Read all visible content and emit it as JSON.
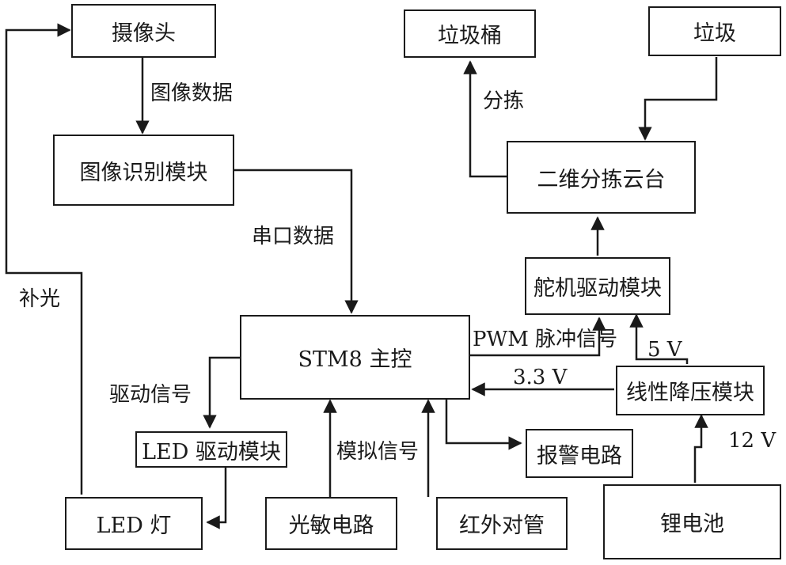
{
  "blocks": {
    "camera": "摄像头",
    "image_recognition": "图像识别模块",
    "stm8_main": "STM8 主控",
    "led_driver": "LED 驱动模块",
    "led_lamp": "LED 灯",
    "photo_circuit": "光敏电路",
    "ir_pair": "红外对管",
    "alarm_circuit": "报警电路",
    "lithium_battery": "锂电池",
    "linear_regulator": "线性降压模块",
    "servo_driver": "舵机驱动模块",
    "gimbal": "二维分拣云台",
    "trash_bin": "垃圾桶",
    "garbage": "垃圾"
  },
  "labels": {
    "image_data": "图像数据",
    "serial_data": "串口数据",
    "fill_light": "补光",
    "drive_signal": "驱动信号",
    "analog_signal": "模拟信号",
    "pwm_signal": "PWM 脉冲信号",
    "v33": "3.3 V",
    "v5": "5 V",
    "v12": "12 V",
    "sorting": "分拣"
  }
}
